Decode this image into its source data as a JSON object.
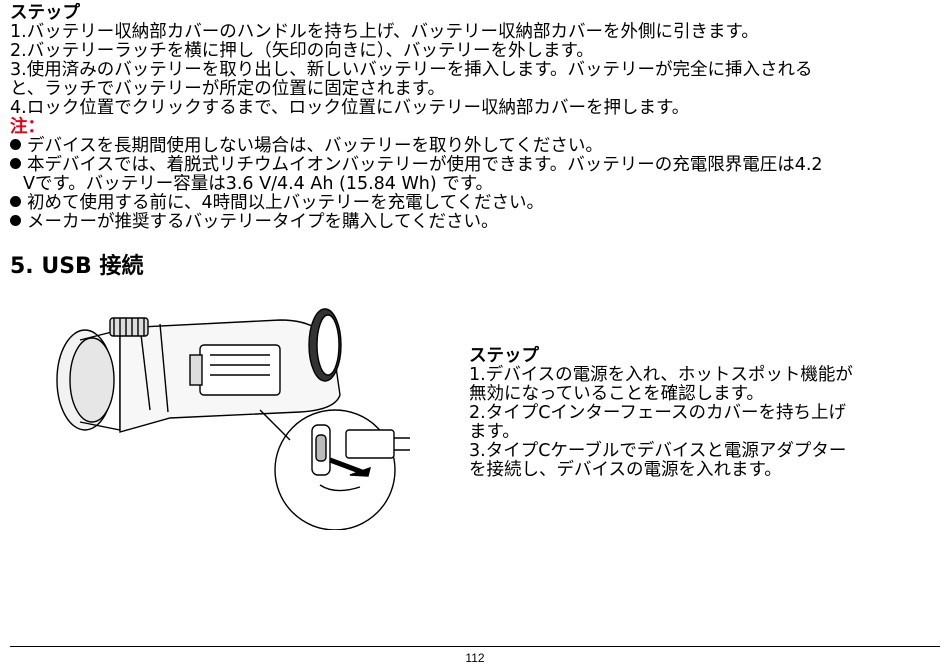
{
  "battery_section": {
    "heading": "ステップ",
    "steps": [
      "1.バッテリー収納部カバーのハンドルを持ち上げ、バッテリー収納部カバーを外側に引きます。",
      "2.バッテリーラッチを横に押し（矢印の向きに）、バッテリーを外します。",
      "3.使用済みのバッテリーを取り出し、新しいバッテリーを挿入します。バッテリーが完全に挿入される",
      "と、ラッチでバッテリーが所定の位置に固定されます。",
      "4.ロック位置でクリックするまで、ロック位置にバッテリー収納部カバーを押します。"
    ],
    "note_label": "注：",
    "notes": [
      "デバイスを長期間使用しない場合は、バッテリーを取り外してください。",
      "本デバイスでは、着脱式リチウムイオンバッテリーが使用できます。バッテリーの充電限界電圧は4.2",
      "Vです。バッテリー容量は3.6 V/4.4 Ah (15.84 Wh) です。",
      "初めて使用する前に、4時間以上バッテリーを充電してください。",
      "メーカーが推奨するバッテリータイプを購入してください。"
    ]
  },
  "usb_section": {
    "title": "5. USB 接続",
    "heading": "ステップ",
    "lines": [
      "1.デバイスの電源を入れ、ホットスポット機能が",
      "無効になっていることを確認します。",
      "2.タイプCインターフェースのカバーを持ち上げ",
      "ます。",
      "3.タイプCケーブルでデバイスと電源アダプター",
      "を接続し、デバイスの電源を入れます。"
    ]
  },
  "page_number": "112"
}
